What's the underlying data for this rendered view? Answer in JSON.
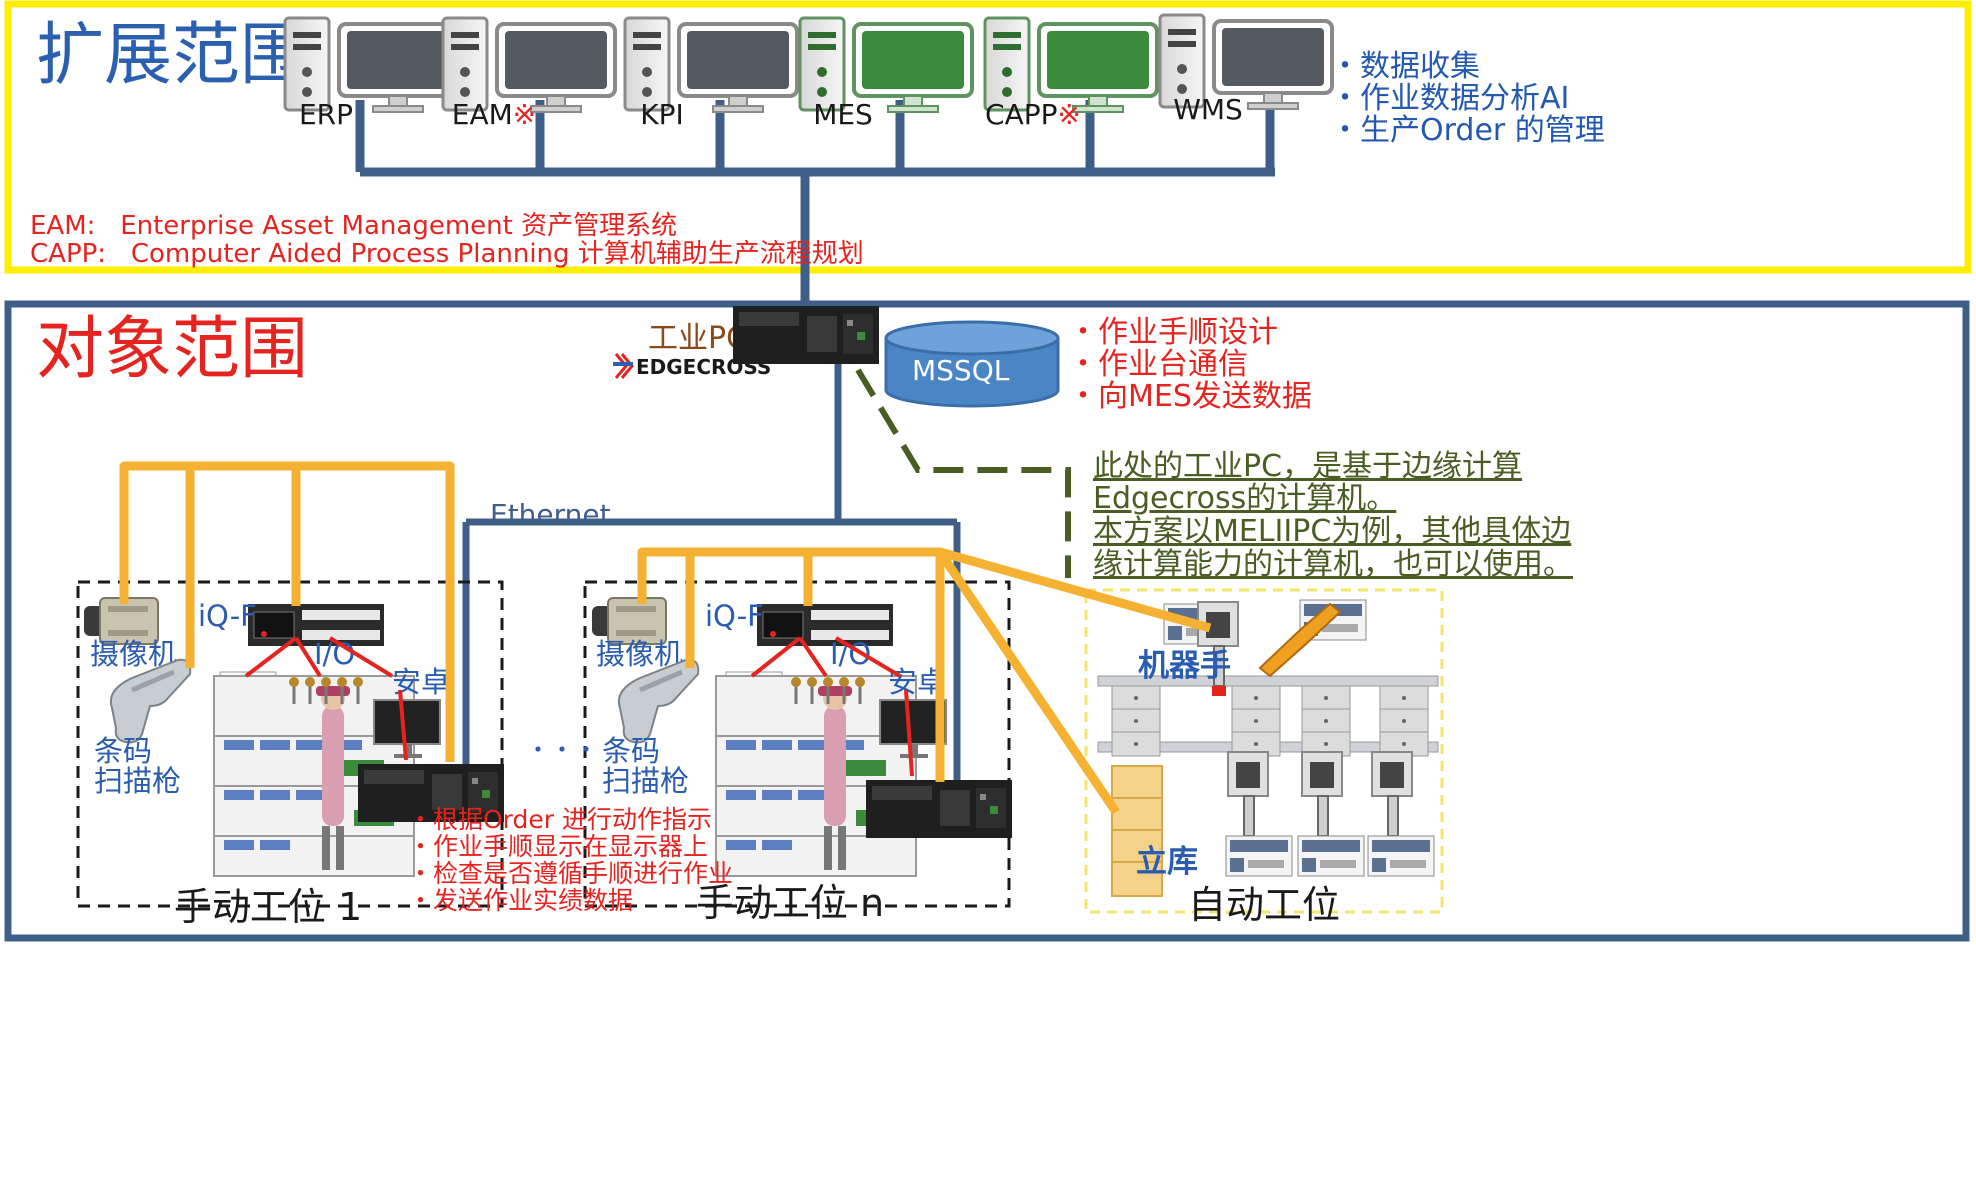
{
  "colors": {
    "yellow_frame": "#ffee00",
    "blue_frame": "#3f5f88",
    "network_line": "#3f5f88",
    "cable": "#f5b232",
    "dashed_link": "#4a5d23",
    "red_link": "#e52420",
    "screen_gray": "#555a60",
    "screen_green": "#3c8b3c",
    "db_fill": "#4a86c6"
  },
  "top": {
    "title": "扩展范围",
    "systems": [
      {
        "label": "ERP",
        "mark": "",
        "screen": "gray"
      },
      {
        "label": "EAM",
        "mark": "※",
        "screen": "gray"
      },
      {
        "label": "KPI",
        "mark": "",
        "screen": "gray"
      },
      {
        "label": "MES",
        "mark": "",
        "screen": "green"
      },
      {
        "label": "CAPP",
        "mark": "※",
        "screen": "green"
      },
      {
        "label": "WMS",
        "mark": "",
        "screen": "gray"
      }
    ],
    "bullets": [
      "・数据收集",
      "・作业数据分析AI",
      "・生产Order 的管理"
    ],
    "definitions": [
      "EAM:   Enterprise Asset Management 资产管理系统",
      "CAPP:   Computer Aided Process Planning 计算机辅助生产流程规划"
    ]
  },
  "bottom": {
    "title": "对象范围",
    "pc_label": "工业PC",
    "edgecross_logo": "EDGECROSS",
    "db_label": "MSSQL",
    "pc_bullets": [
      "・作业手顺设计",
      "・作业台通信",
      "・向MES发送数据"
    ],
    "note_lines": [
      "此处的工业PC，是基于边缘计算",
      "Edgecross的计算机。",
      "本方案以MELIIPC为例，其他具体边",
      "缘计算能力的计算机，也可以使用。"
    ],
    "ethernet_label": "Ethernet",
    "ellipsis": "・・・",
    "station1": {
      "camera": "摄像机",
      "plc": "iQ-F",
      "io": "I/O",
      "android": "安卓",
      "scanner": [
        "条码",
        "扫描枪"
      ],
      "label": "手动工位 1"
    },
    "stationn": {
      "camera": "摄像机",
      "plc": "iQ-F",
      "io": "I/O",
      "android": "安卓",
      "scanner": [
        "条码",
        "扫描枪"
      ],
      "label": "手动工位 n"
    },
    "station_bullets": [
      "・根据Order 进行动作指示",
      "・作业手顺显示在显示器上",
      "・检查是否遵循手顺进行作业",
      "・发送作业实绩数据"
    ],
    "auto": {
      "robot_label": "机器手",
      "storage_label": "立库",
      "label": "自动工位"
    }
  }
}
